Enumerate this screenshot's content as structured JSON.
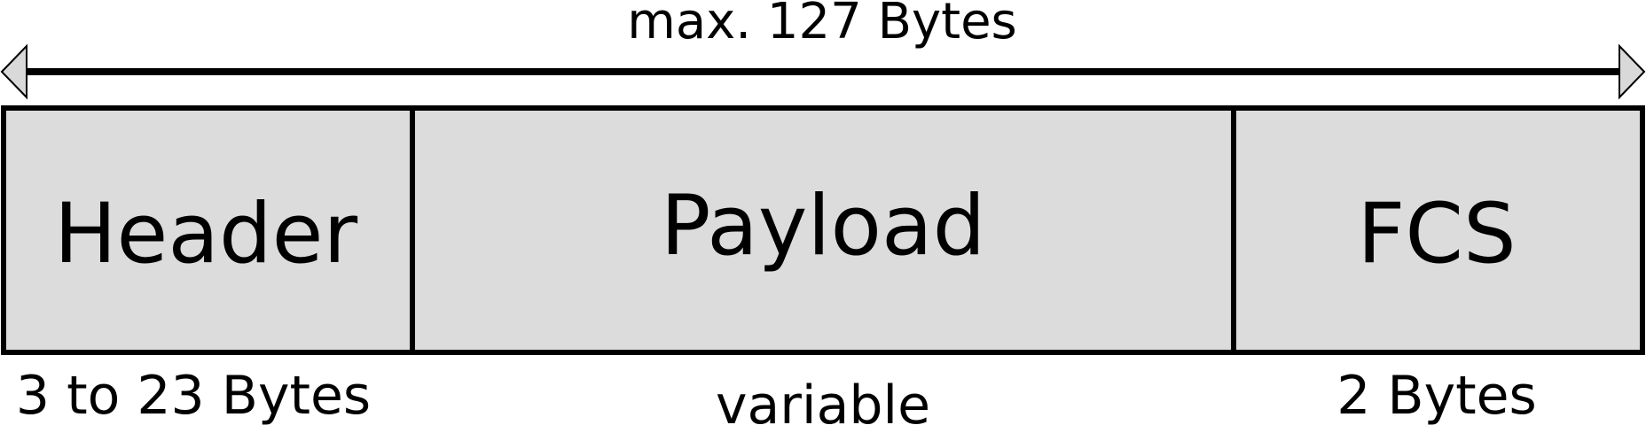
{
  "total_length": {
    "label": "max. 127 Bytes"
  },
  "frame": {
    "fill_color": "#dcdcdc",
    "stroke_color": "#000000",
    "fields": [
      {
        "name": "Header",
        "size_label": "3 to 23 Bytes"
      },
      {
        "name": "Payload",
        "size_label": "variable"
      },
      {
        "name": "FCS",
        "size_label": "2 Bytes"
      }
    ]
  },
  "arrow": {
    "head_fill_color": "#d9d9d9",
    "line_color": "#000000"
  }
}
